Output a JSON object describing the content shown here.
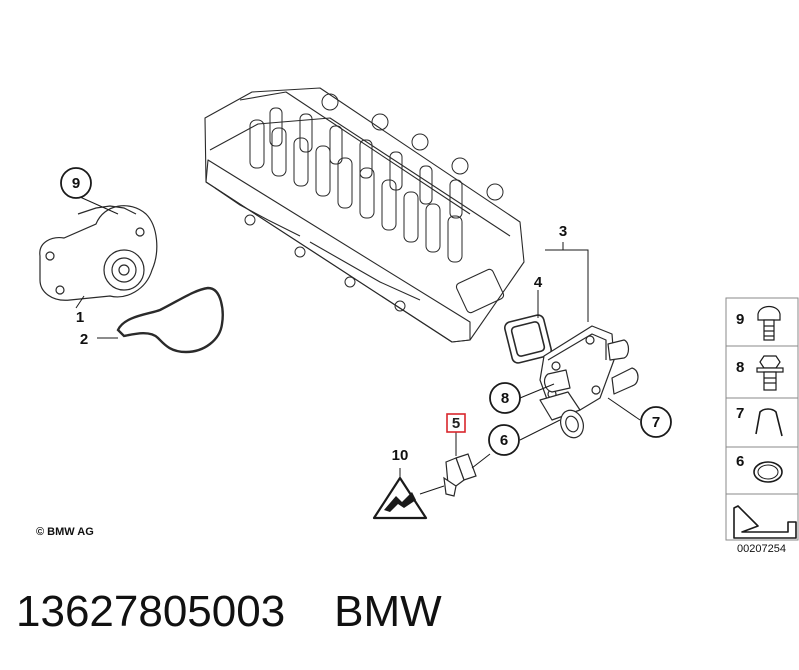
{
  "diagram": {
    "callouts": [
      {
        "id": "1",
        "label": "1"
      },
      {
        "id": "2",
        "label": "2"
      },
      {
        "id": "3",
        "label": "3"
      },
      {
        "id": "4",
        "label": "4"
      },
      {
        "id": "5",
        "label": "5",
        "highlighted": true,
        "highlight_color": "#d9262c"
      },
      {
        "id": "6",
        "label": "6"
      },
      {
        "id": "7",
        "label": "7"
      },
      {
        "id": "8",
        "label": "8"
      },
      {
        "id": "9",
        "label": "9"
      },
      {
        "id": "10",
        "label": "10"
      }
    ],
    "legend": [
      {
        "label": "9",
        "icon": "bolt-icon"
      },
      {
        "label": "8",
        "icon": "flange-bolt-icon"
      },
      {
        "label": "7",
        "icon": "clip-icon"
      },
      {
        "label": "6",
        "icon": "o-ring-icon"
      },
      {
        "label": "",
        "icon": "reference-arrow-icon"
      }
    ],
    "copyright": "© BMW AG",
    "drawing_number": "00207254"
  },
  "caption": {
    "part_number": "13627805003",
    "brand": "BMW"
  },
  "colors": {
    "line": "#1a1a1a",
    "highlight": "#d9262c",
    "warning_fill": "#ffffff"
  }
}
